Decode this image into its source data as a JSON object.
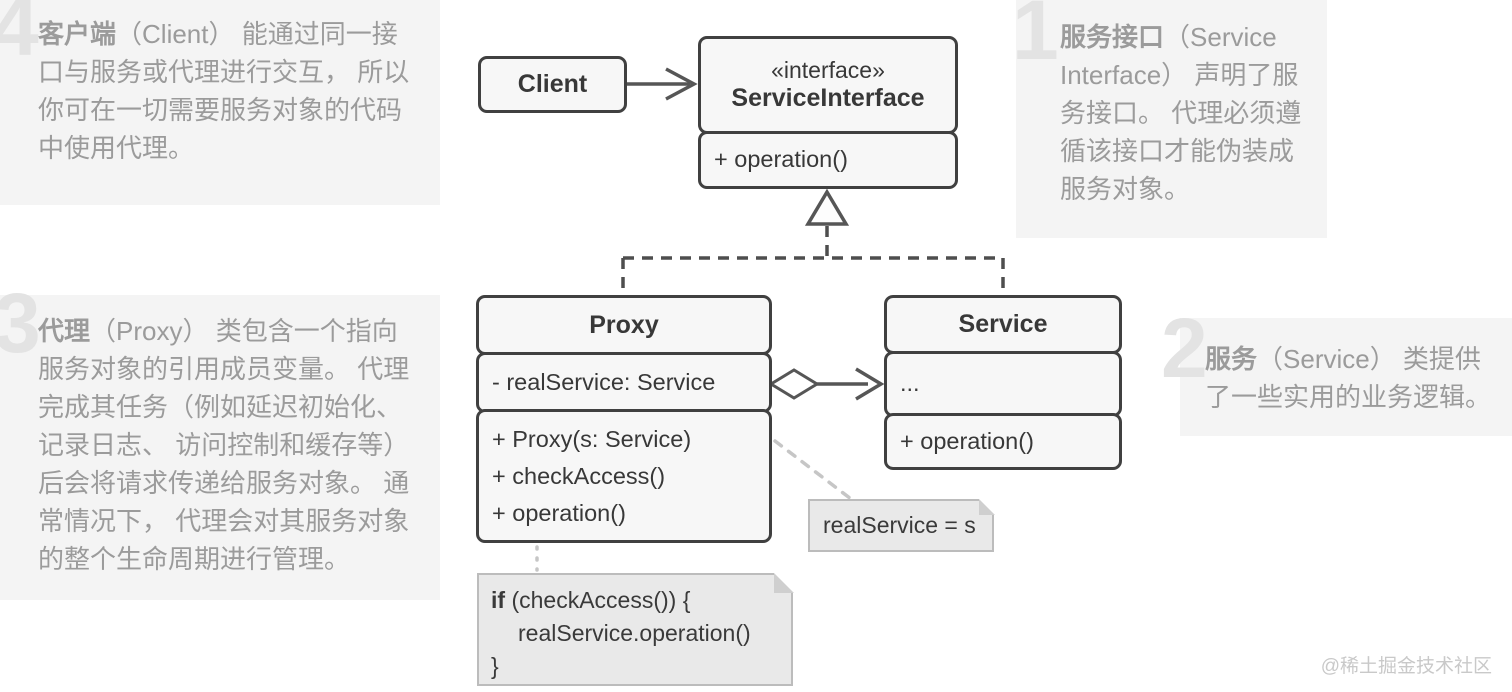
{
  "annotations": [
    {
      "number": "4",
      "lead": "客户端",
      "text": "（Client） 能通过同一接口与服务或代理进行交互， 所以你可在一切需要服务对象的代码中使用代理。"
    },
    {
      "number": "1",
      "lead": "服务接口",
      "text": "（Service Interface） 声明了服务接口。 代理必须遵循该接口才能伪装成服务对象。"
    },
    {
      "number": "3",
      "lead": "代理",
      "text": "（Proxy） 类包含一个指向服务对象的引用成员变量。 代理完成其任务（例如延迟初始化、 记录日志、 访问控制和缓存等） 后会将请求传递给服务对象。 通常情况下， 代理会对其服务对象的整个生命周期进行管理。"
    },
    {
      "number": "2",
      "lead": "服务",
      "text": "（Service） 类提供了一些实用的业务逻辑。"
    }
  ],
  "uml": {
    "client": {
      "title": "Client"
    },
    "service_interface": {
      "stereotype": "«interface»",
      "title": "ServiceInterface",
      "methods": [
        "+ operation()"
      ]
    },
    "proxy": {
      "title": "Proxy",
      "attributes": [
        "- realService: Service"
      ],
      "methods": [
        "+ Proxy(s: Service)",
        "+ checkAccess()",
        "+ operation()"
      ]
    },
    "service": {
      "title": "Service",
      "attributes": [
        "..."
      ],
      "methods": [
        "+ operation()"
      ]
    },
    "note_assignment": {
      "text": "realService = s"
    },
    "note_code": {
      "keyword": "if",
      "line1_rest": " (checkAccess()) {",
      "line2": "realService.operation()",
      "line3": "}"
    }
  },
  "watermark": "@稀土掘金技术社区",
  "colors": {
    "box_border": "#404040",
    "box_fill": "#f7f7f7",
    "line": "#565656",
    "light_connector": "#c6c6c6",
    "note_fill": "#e9e9e9",
    "note_border": "#bcbcbc",
    "annotation_text": "#9b9b9b",
    "annotation_bg": "#f4f4f4",
    "step_number": "#e3e3e3",
    "uml_text": "#383838"
  }
}
